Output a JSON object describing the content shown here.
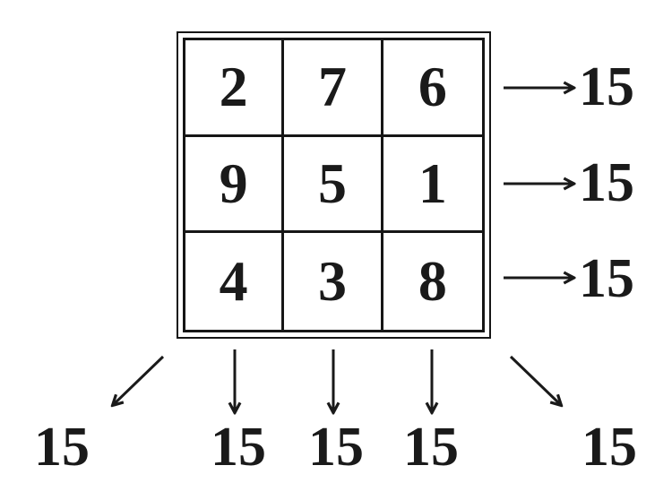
{
  "colors": {
    "ink": "#1a1a1a",
    "background": "#ffffff"
  },
  "grid": {
    "rows": [
      [
        "2",
        "7",
        "6"
      ],
      [
        "9",
        "5",
        "1"
      ],
      [
        "4",
        "3",
        "8"
      ]
    ]
  },
  "sums": {
    "rows": [
      "15",
      "15",
      "15"
    ],
    "columns": [
      "15",
      "15",
      "15"
    ],
    "diagonal_left": "15",
    "diagonal_right": "15"
  }
}
